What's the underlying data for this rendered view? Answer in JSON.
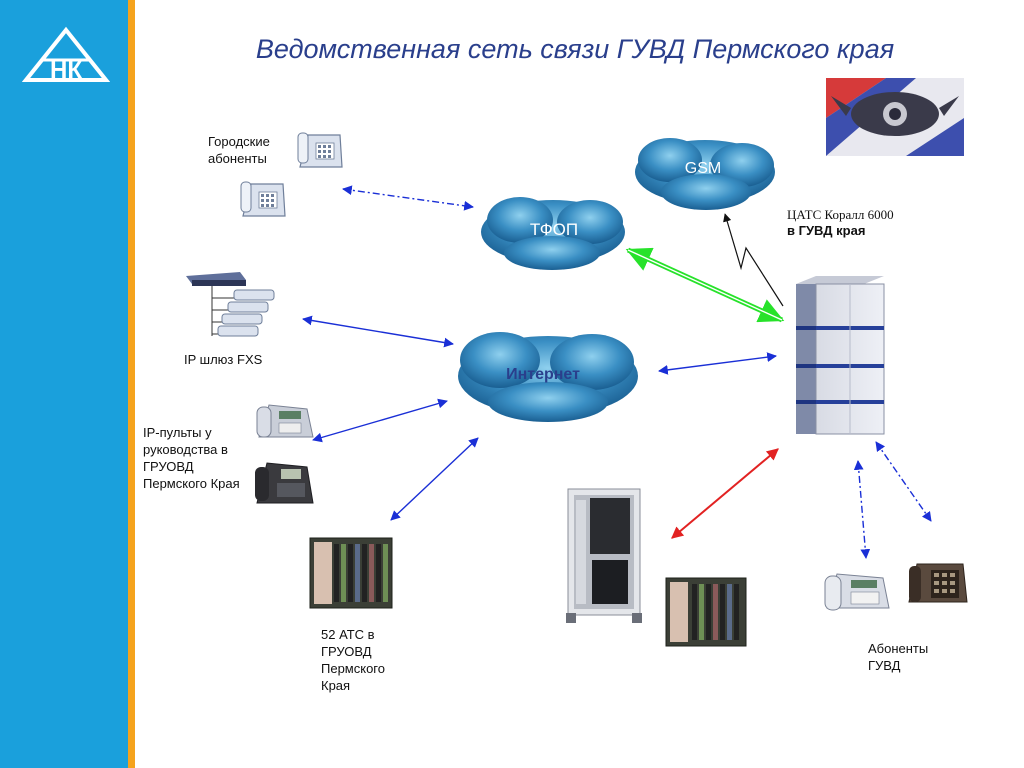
{
  "title": "Ведомственная сеть связи ГУВД Пермского края",
  "logo": {
    "text": "НК"
  },
  "nodes": {
    "city_subscribers": "Городские абоненты",
    "ip_gateway": "IP шлюз FXS",
    "ip_consoles": "IP-пульты  у руководства в ГРУОВД Пермского Края",
    "pbx_52": "52 АТС в ГРУОВД Пермского Края",
    "guvd_subscribers": "Абоненты ГУВД",
    "central_pbx_line1": "ЦАТС Коралл 6000",
    "central_pbx_line2": "в ГУВД края"
  },
  "clouds": {
    "gsm": "GSM",
    "pstn": "ТФОП",
    "internet": "Интернет"
  },
  "colors": {
    "sidebar": "#1aa0dc",
    "stripe": "#f5a31d",
    "title": "#2a3f8c",
    "link_blue": "#1a2fd6",
    "link_green": "#27e22a",
    "link_red": "#e22222"
  }
}
